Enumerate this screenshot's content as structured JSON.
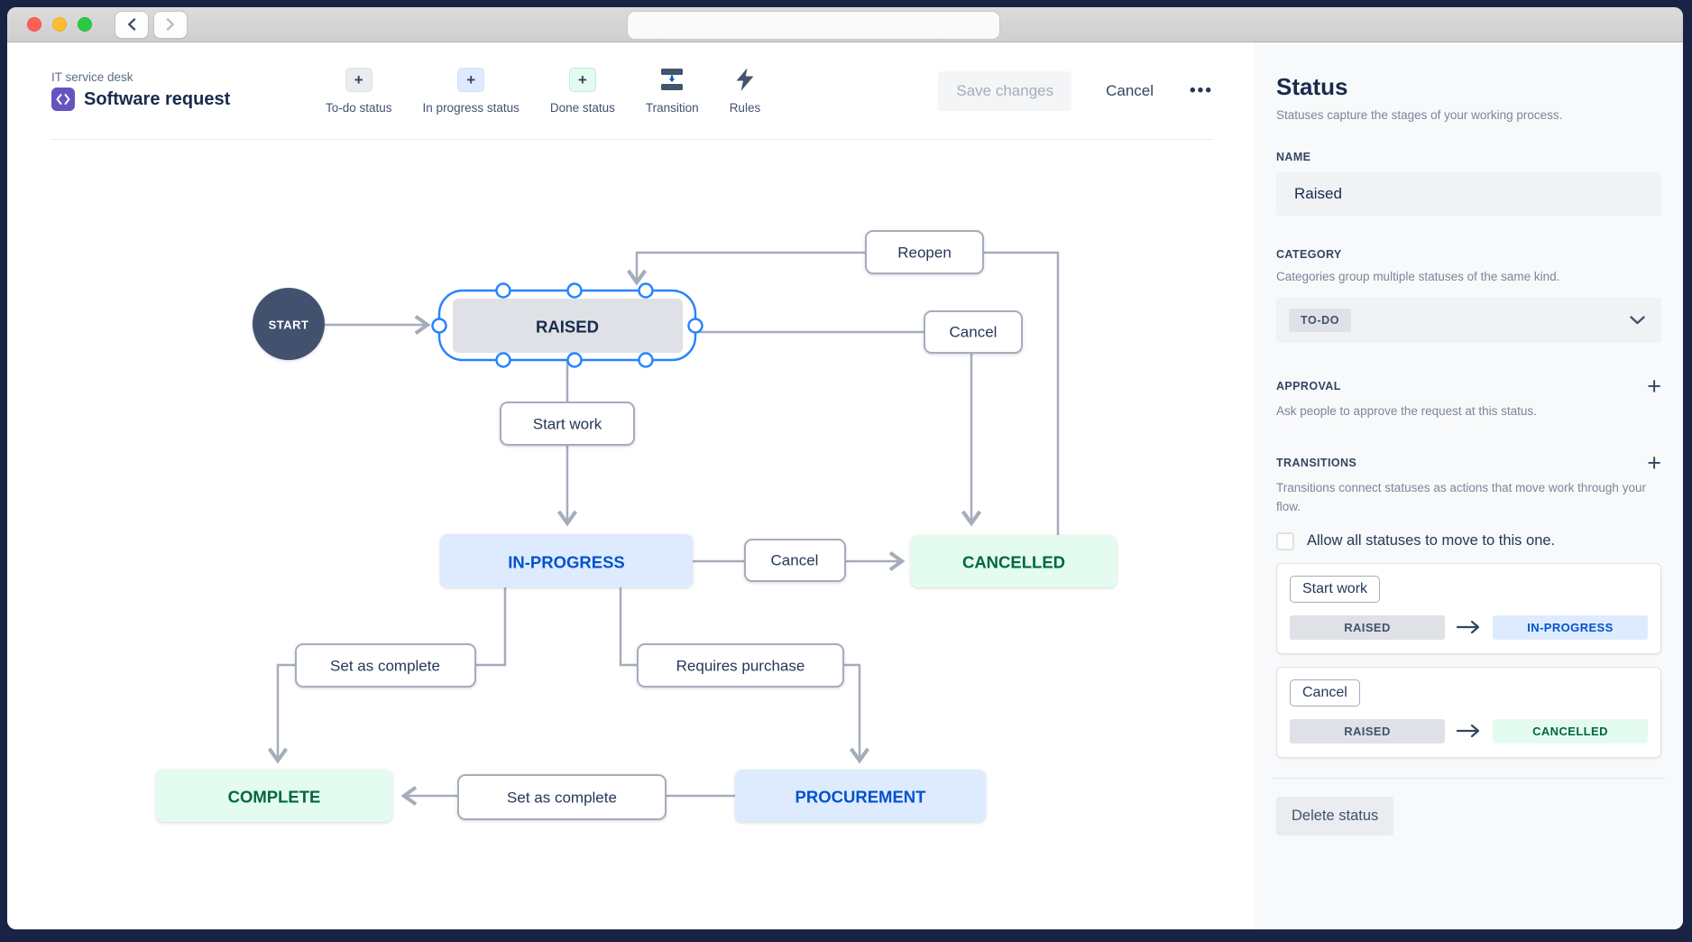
{
  "titlebar": {
    "url_value": ""
  },
  "icons": {
    "plus": "+",
    "more": "•••"
  },
  "header": {
    "breadcrumb": "IT service desk",
    "title": "Software request",
    "tools": [
      {
        "label": "To-do status"
      },
      {
        "label": "In progress status"
      },
      {
        "label": "Done status"
      },
      {
        "label": "Transition"
      },
      {
        "label": "Rules"
      }
    ],
    "save_label": "Save changes",
    "cancel_label": "Cancel"
  },
  "diagram": {
    "start": "START",
    "statuses": {
      "raised": "RAISED",
      "in_progress": "IN-PROGRESS",
      "cancelled": "CANCELLED",
      "complete": "COMPLETE",
      "procurement": "PROCUREMENT"
    },
    "transitions": {
      "reopen": "Reopen",
      "cancel_top": "Cancel",
      "start_work": "Start work",
      "cancel_mid": "Cancel",
      "set_complete_left": "Set as complete",
      "requires_purchase": "Requires purchase",
      "set_complete_bottom": "Set as complete"
    }
  },
  "sidebar": {
    "title": "Status",
    "subtitle": "Statuses capture the stages of your working process.",
    "name_label": "NAME",
    "name_value": "Raised",
    "category_label": "CATEGORY",
    "category_desc": "Categories group multiple statuses of the same kind.",
    "category_value": "TO-DO",
    "approval_label": "APPROVAL",
    "approval_desc": "Ask people to approve the request at this status.",
    "transitions_label": "TRANSITIONS",
    "transitions_desc": "Transitions connect statuses as actions that move work through your flow.",
    "allow_all_label": "Allow all statuses to move to this one.",
    "cards": [
      {
        "action": "Start work",
        "from": "RAISED",
        "to": "IN-PROGRESS"
      },
      {
        "action": "Cancel",
        "from": "RAISED",
        "to": "CANCELLED"
      }
    ],
    "delete_label": "Delete status"
  },
  "colors": {
    "selection_blue": "#2684FF",
    "blue_text": "#0052CC",
    "blue_bg": "#DEEBFF",
    "green_text": "#006644",
    "green_bg": "#E3FCEF",
    "gray_node_bg": "#DFE1E6",
    "navy_text": "#172B4D",
    "connector_gray": "#A5ADBA",
    "start_node": "#42526E",
    "app_icon_purple": "#6554C0"
  }
}
